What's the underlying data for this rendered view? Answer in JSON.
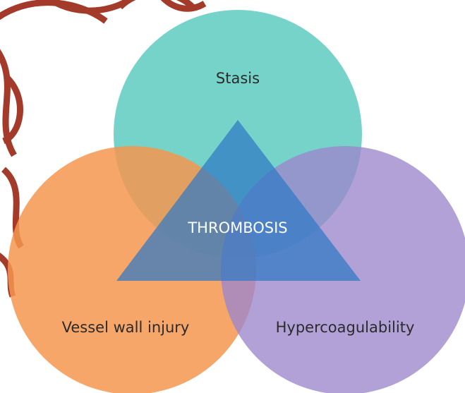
{
  "diagram": {
    "center_label": "THROMBOSIS",
    "circles": [
      {
        "id": "stasis",
        "label": "Stasis",
        "color": "#5ecbbf"
      },
      {
        "id": "vessel",
        "label": "Vessel wall injury",
        "color": "#f4964f"
      },
      {
        "id": "hyper",
        "label": "Hypercoagulability",
        "color": "#9b87cc"
      }
    ],
    "triangle_color": "#2f78c4",
    "background_decoration_color": "#a33a2a"
  }
}
